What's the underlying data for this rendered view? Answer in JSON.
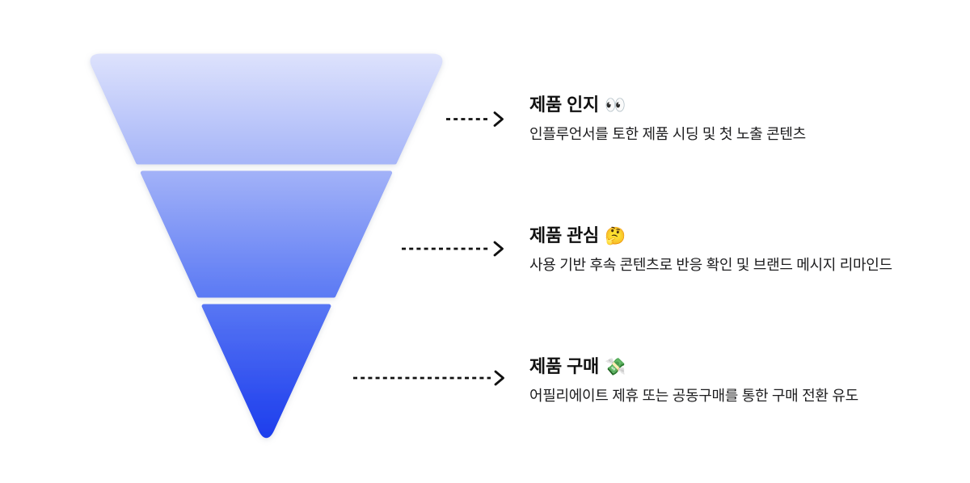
{
  "funnel": {
    "gradient": [
      "#dce1fc",
      "#a6b5f8",
      "#5c7af4",
      "#2e4eef",
      "#1b3cec"
    ],
    "segment_count": 3
  },
  "stages": [
    {
      "title": "제품 인지",
      "emoji": "👀",
      "description": "인플루언서를 토한 제품 시딩 및 첫 노출 콘텐츠"
    },
    {
      "title": "제품 관심",
      "emoji": "🤔",
      "description": "사용 기반 후속 콘텐츠로 반응 확인 및 브랜드 메시지 리마인드"
    },
    {
      "title": "제품 구매",
      "emoji": "💸",
      "description": "어필리에이트 제휴 또는 공동구매를 통한 구매 전환 유도"
    }
  ],
  "colors": {
    "background": "#ffffff",
    "text": "#111111",
    "arrow": "#111111"
  }
}
